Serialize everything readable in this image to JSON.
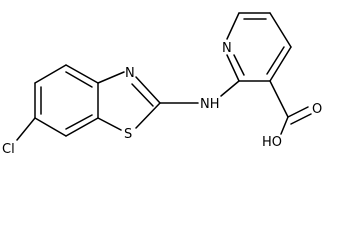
{
  "molecule": {
    "atoms": {
      "cl": "Cl",
      "s": "S",
      "n_thiazole": "N",
      "nh": "NH",
      "n_pyridine": "N",
      "oh": "HO",
      "o": "O"
    }
  },
  "colors": {
    "bond": "#000000",
    "label": "#000000",
    "background": "#ffffff"
  }
}
